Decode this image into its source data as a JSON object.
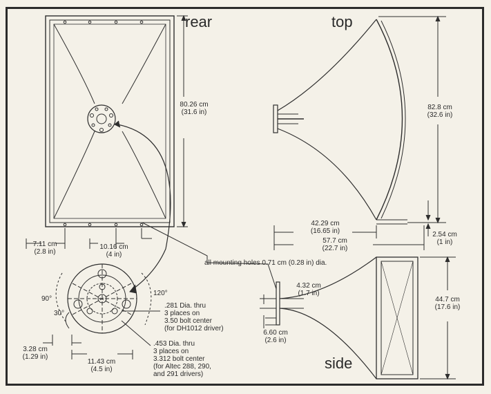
{
  "views": {
    "rear": "rear",
    "top": "top",
    "side": "side"
  },
  "rear_view": {
    "height_cm": "80.26 cm",
    "height_in": "(31.6 in)",
    "left_offset_cm": "7.11 cm",
    "left_offset_in": "(2.8 in)",
    "hole_spacing_cm": "10.16 cm",
    "hole_spacing_in": "(4 in)"
  },
  "mounting_note": "all mounting holes 0.71 cm (0.28 in) dia.",
  "throat_detail": {
    "angle_90": "90°",
    "angle_30": "30°",
    "angle_120": "120°",
    "note_281_line1": ".281 Dia. thru",
    "note_281_line2": "3 places on",
    "note_281_line3": "3.50 bolt center",
    "note_281_line4": "(for DH1012 driver)",
    "note_453_line1": ".453 Dia. thru",
    "note_453_line2": "3 places on",
    "note_453_line3": "3.312 bolt center",
    "note_453_line4": "(for Altec 288, 290,",
    "note_453_line5": "and  291 drivers)",
    "dim_328_cm": "3.28 cm",
    "dim_328_in": "(1.29 in)",
    "dim_1143_cm": "11.43 cm",
    "dim_1143_in": "(4.5 in)"
  },
  "top_view": {
    "mouth_cm": "82.8 cm",
    "mouth_in": "(32.6 in)",
    "flare_length_cm": "42.29 cm",
    "flare_length_in": "(16.65 in)",
    "overall_length_cm": "57.7 cm",
    "overall_length_in": "(22.7 in)",
    "lip_cm": "2.54 cm",
    "lip_in": "(1 in)"
  },
  "side_view": {
    "mouth_cm": "44.7 cm",
    "mouth_in": "(17.6 in)",
    "throat_cm": "4.32 cm",
    "throat_in": "(1.7 in)",
    "flange_cm": "6.60 cm",
    "flange_in": "(2.6 in)"
  }
}
